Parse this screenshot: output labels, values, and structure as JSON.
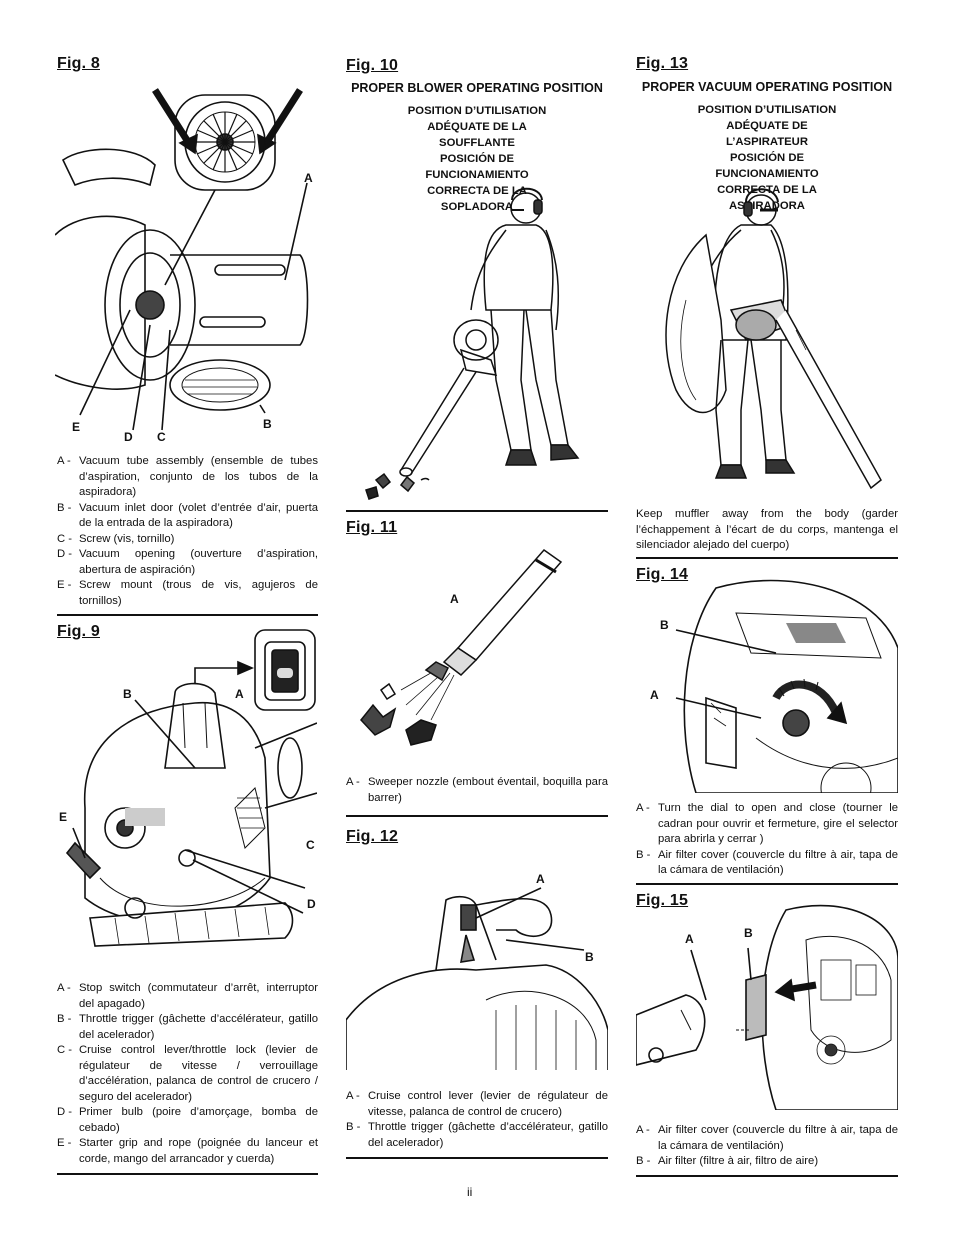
{
  "fig8": {
    "title": "Fig. 8",
    "labels": {
      "a": "A",
      "b": "B",
      "c": "C",
      "d": "D",
      "e": "E"
    },
    "legend": [
      {
        "key": "A -",
        "text": "Vacuum tube assembly (ensemble de tubes d’aspiration, conjunto de los tubos de la aspiradora)"
      },
      {
        "key": "B -",
        "text": "Vacuum inlet door (volet d’entrée d’air, puerta de la entrada de la aspiradora)"
      },
      {
        "key": "C -",
        "text": "Screw (vis, tornillo)"
      },
      {
        "key": "D -",
        "text": "Vacuum opening (ouverture d’aspiration, abertura de aspiración)"
      },
      {
        "key": "E -",
        "text": "Screw mount (trous de vis, agujeros de tornillos)"
      }
    ]
  },
  "fig9": {
    "title": "Fig. 9",
    "labels": {
      "a": "A",
      "b": "B",
      "c": "C",
      "d": "D",
      "e": "E"
    },
    "legend": [
      {
        "key": "A -",
        "text": "Stop switch (commutateur d’arrêt, interruptor del apagado)"
      },
      {
        "key": "B -",
        "text": "Throttle trigger (gâchette d’accélérateur, gatillo del acelerador)"
      },
      {
        "key": "C -",
        "text": "Cruise control lever/throttle lock (levier de régulateur de vitesse / verrouillage d’accélération, palanca de control de crucero / seguro del acelerador)"
      },
      {
        "key": "D -",
        "text": "Primer bulb (poire d’amorçage, bomba de cebado)"
      },
      {
        "key": "E -",
        "text": "Starter grip and rope (poignée du lanceur et corde, mango del arrancador y cuerda)"
      }
    ]
  },
  "fig10": {
    "title": "Fig. 10",
    "heading_en": "PROPER BLOWER OPERATING POSITION",
    "heading_fr": "POSITION D’UTILISATION ADÉQUATE DE LA SOUFFLANTE",
    "heading_es": "POSICIÓN DE FUNCIONAMIENTO CORRECTA DE LA SOPLADORA"
  },
  "fig11": {
    "title": "Fig. 11",
    "labels": {
      "a": "A"
    },
    "legend": [
      {
        "key": "A -",
        "text": "Sweeper nozzle (embout éventail, boquilla para barrer)"
      }
    ]
  },
  "fig12": {
    "title": "Fig. 12",
    "labels": {
      "a": "A",
      "b": "B"
    },
    "legend": [
      {
        "key": "A -",
        "text": "Cruise control lever (levier de régulateur de vitesse, palanca de control de crucero)"
      },
      {
        "key": "B -",
        "text": "Throttle trigger (gâchette d’accélérateur, gatillo del acelerador)"
      }
    ]
  },
  "fig13": {
    "title": "Fig. 13",
    "heading_en": "PROPER VACUUM OPERATING POSITION",
    "heading_fr": "POSITION D’UTILISATION ADÉQUATE DE L’ASPIRATEUR",
    "heading_es": "POSICIÓN DE FUNCIONAMIENTO CORRECTA DE LA ASPIRADORA",
    "caption": "Keep muffler away from the body (garder l’échappement à l’écart de du corps, mantenga el silenciador alejado del cuerpo)"
  },
  "fig14": {
    "title": "Fig. 14",
    "labels": {
      "a": "A",
      "b": "B"
    },
    "legend": [
      {
        "key": "A -",
        "text": "Turn the dial to open and close (tourner le cadran pour ouvrir et fermeture, gire el selector para abrirla y cerrar )"
      },
      {
        "key": "B -",
        "text": "Air filter cover (couvercle du filtre à air, tapa de la cámara de ventilación)"
      }
    ]
  },
  "fig15": {
    "title": "Fig. 15",
    "labels": {
      "a": "A",
      "b": "B"
    },
    "legend": [
      {
        "key": "A -",
        "text": "Air filter cover (couvercle du filtre à air, tapa de la cámara de ventilación)"
      },
      {
        "key": "B -",
        "text": "Air filter (filtre à air, filtro de aire)"
      }
    ]
  },
  "page_number": "ii"
}
